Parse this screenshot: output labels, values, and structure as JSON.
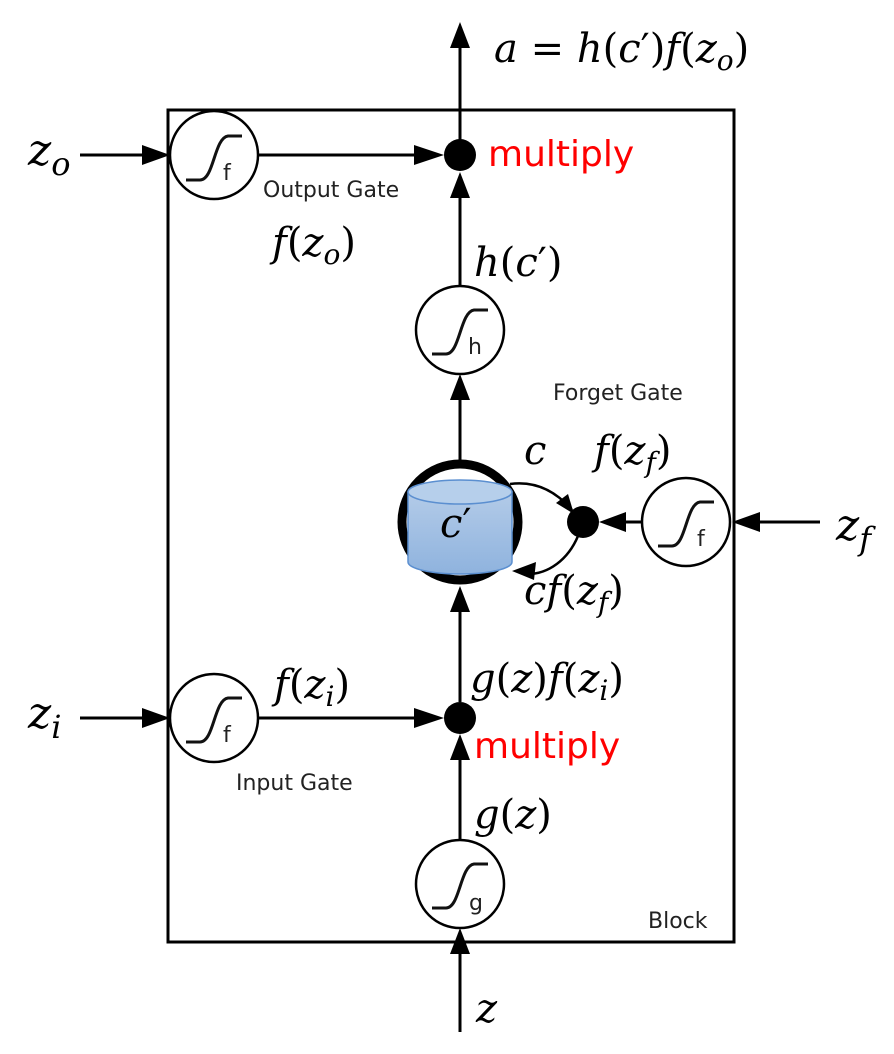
{
  "title": "LSTM memory cell",
  "colors": {
    "line": "#000000",
    "highlight_text": "#ff0000",
    "cell_fill": "#9dbde3",
    "cell_stroke": "#5b8fd0"
  },
  "block_label": "Block",
  "gates": {
    "output": {
      "label": "Output Gate",
      "activation": "f",
      "input": "z_o",
      "output_expr": "f(z_o)"
    },
    "input": {
      "label": "Input Gate",
      "activation": "f",
      "input": "z_i",
      "output_expr": "f(z_i)"
    },
    "forget": {
      "label": "Forget Gate",
      "activation": "f",
      "input": "z_f",
      "output_expr": "f(z_f)"
    }
  },
  "activations": {
    "g": {
      "name": "g",
      "expr": "g(z)"
    },
    "h": {
      "name": "h",
      "expr": "h(c′)"
    }
  },
  "cell": {
    "label": "c′",
    "prev": "c",
    "forget_product": "cf(z_f)"
  },
  "multiply_label": "multiply",
  "products": {
    "input_product": "g(z)f(z_i)",
    "output": "a = h(c′)f(z_o)"
  },
  "inputs": {
    "z": "z",
    "z_o": "z",
    "z_i": "z",
    "z_f": "z"
  },
  "text": {
    "z_main": "z",
    "z_letter": "z",
    "sub_o": "o",
    "sub_i": "i",
    "sub_f": "f",
    "f_letter": "f",
    "g_letter": "g",
    "h_letter": "h",
    "c_letter": "c",
    "a_letter": "a",
    "eq": " = ",
    "lparen": "(",
    "rparen": ")",
    "prime": "′",
    "output_gate": "Output Gate",
    "input_gate": "Input Gate",
    "forget_gate": "Forget Gate",
    "multiply": "multiply",
    "block": "Block",
    "act_f": "f",
    "act_h": "h",
    "act_g": "g"
  }
}
